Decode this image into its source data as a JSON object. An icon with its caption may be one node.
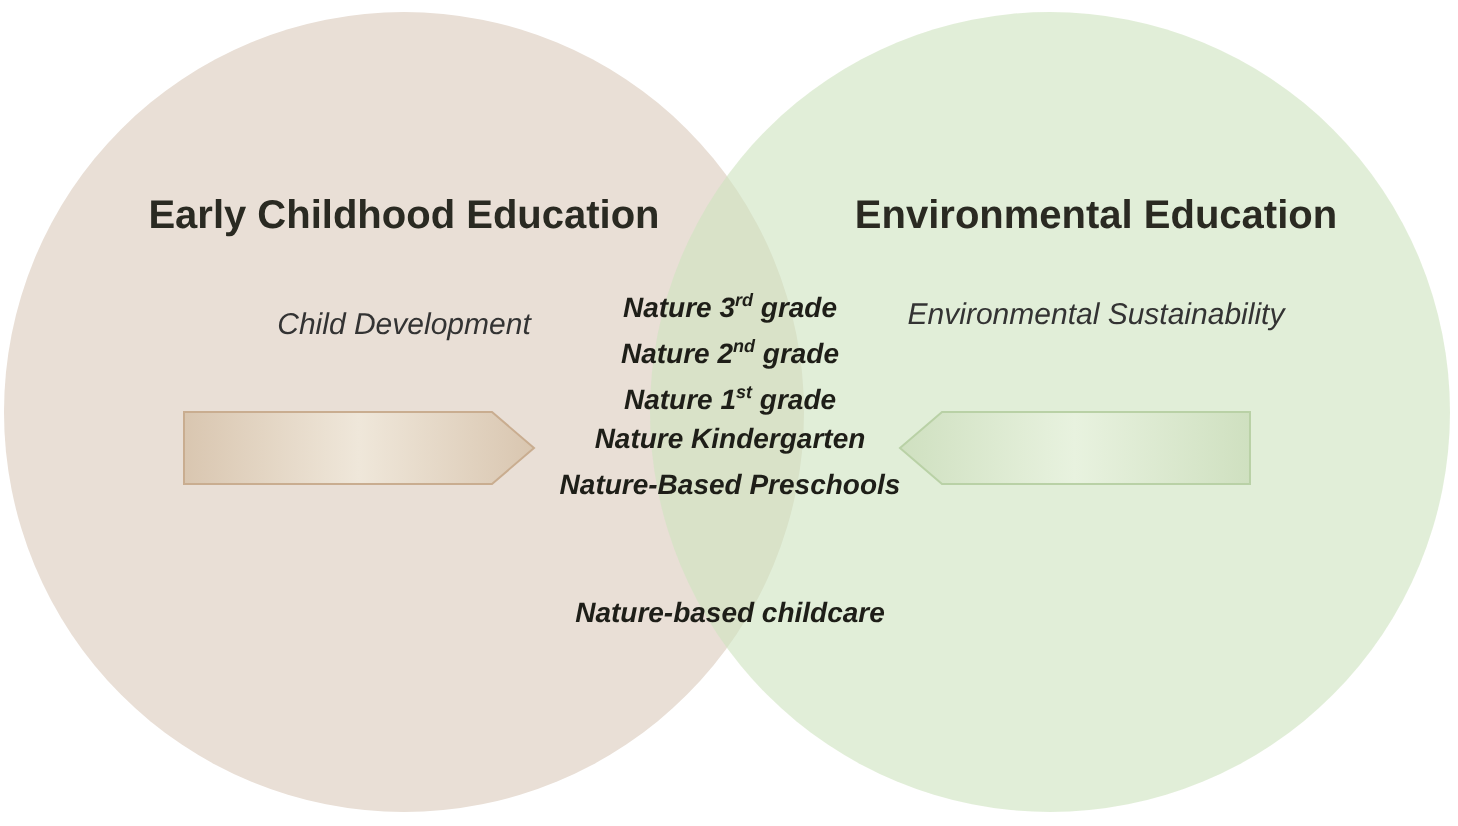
{
  "diagram": {
    "nodes": [
      {
        "text": [
          "Early Childhood Education",
          "Child Development"
        ]
      },
      {
        "text": [
          "Environmental Education",
          "Environmental Sustainability"
        ]
      }
    ],
    "edges": [],
    "labels": [
      "Nature 3$^{rd}$ grade",
      "Nature 2$^{nd}$ grade",
      "Nature 1$^{st}$ grade",
      "Nature Kindergarten",
      "Nature-Based Preschools",
      "Nature-based childcare"
    ]
  }
}
